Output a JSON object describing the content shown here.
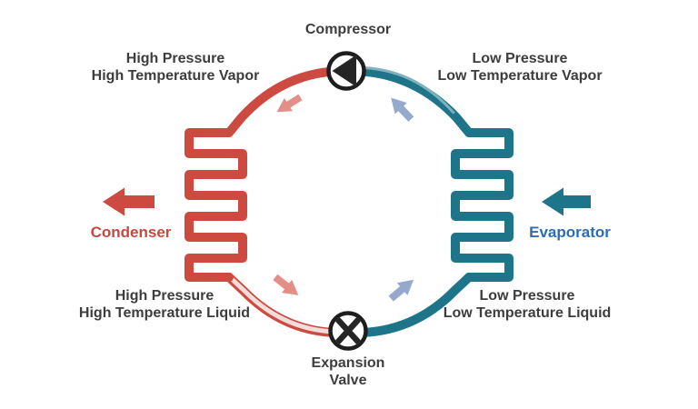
{
  "diagram": {
    "compressor": {
      "label": "Compressor"
    },
    "expansion_valve": {
      "line1": "Expansion",
      "line2": "Valve"
    },
    "condenser": {
      "label": "Condenser"
    },
    "evaporator": {
      "label": "Evaporator"
    },
    "states": {
      "top_left": {
        "line1": "High Pressure",
        "line2": "High Temperature Vapor"
      },
      "top_right": {
        "line1": "Low Pressure",
        "line2": "Low Temperature Vapor"
      },
      "bottom_left": {
        "line1": "High Pressure",
        "line2": "High Temperature Liquid"
      },
      "bottom_right": {
        "line1": "Low Pressure",
        "line2": "Low Temperature Liquid"
      }
    },
    "icons": {
      "compressor": "circle-with-left-triangle",
      "expansion_valve": "circle-with-x",
      "condenser_heat": "large-left-arrow",
      "evaporator_heat": "large-left-arrow",
      "flow_indicators": "small-flow-arrows"
    },
    "colors": {
      "hot_line": "#cd4a41",
      "cold_line": "#1e7488",
      "cold_highlight": "#7fb1bf",
      "hot_pipe_fill": "#f3dcd9",
      "hot_flow_arrow": "#e48e87",
      "cold_flow_arrow": "#94a9cb",
      "condenser_text": "#c6483e",
      "evaporator_text": "#2e6cb5",
      "state_text": "#3e3d3d",
      "icon_color": "#1e1e1e",
      "background": "#ffffff"
    }
  }
}
